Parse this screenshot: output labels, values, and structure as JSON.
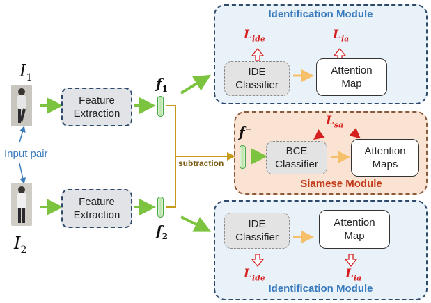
{
  "modules": {
    "ide_top": {
      "title": "Identification Module"
    },
    "siamese": {
      "title": "Siamese Module"
    },
    "ide_bottom": {
      "title": "Identification Module"
    }
  },
  "boxes": {
    "fe_top": "Feature\nExtraction",
    "fe_bottom": "Feature\nExtraction",
    "ide_classifier_top": "IDE\nClassifier",
    "attention_map_top": "Attention\nMap",
    "bce_classifier": "BCE\nClassifier",
    "attention_maps": "Attention\nMaps",
    "ide_classifier_bottom": "IDE\nClassifier",
    "attention_map_bottom": "Attention\nMap"
  },
  "labels": {
    "input_pair": "Input pair",
    "subtraction": "subtraction",
    "I1_base": "I",
    "I1_sub": "1",
    "I2_base": "I",
    "I2_sub": "2",
    "f1_base": "f",
    "f1_sub": "1",
    "f2_base": "f",
    "f2_sub": "2",
    "fminus_base": "f",
    "fminus_sup": "−"
  },
  "losses": {
    "ide_top": {
      "base": "L",
      "sub": "ide"
    },
    "ia_top": {
      "base": "L",
      "sub": "ia"
    },
    "sa": {
      "base": "L",
      "sub": "sa"
    },
    "ide_bottom": {
      "base": "L",
      "sub": "ide"
    },
    "ia_bottom": {
      "base": "L",
      "sub": "ia"
    }
  },
  "colors": {
    "green_arrow": "#7cc43f",
    "orange_arrow": "#f5c069",
    "subtraction_line": "#c79a1a",
    "loss_red": "#d61f1f",
    "ide_title_blue": "#3a7bbd",
    "siamese_title_red": "#c23a1a",
    "input_pair_blue": "#3a7bbd"
  }
}
